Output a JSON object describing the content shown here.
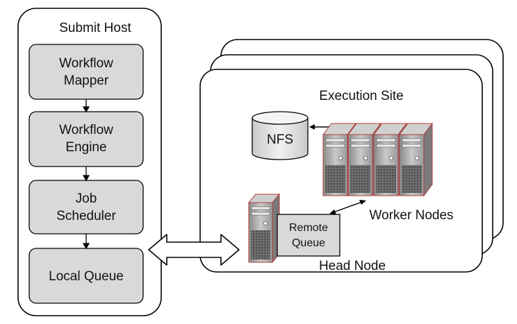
{
  "submit_host": {
    "title": "Submit Host",
    "components": [
      {
        "line1": "Workflow",
        "line2": "Mapper"
      },
      {
        "line1": "Workflow",
        "line2": "Engine"
      },
      {
        "line1": "Job",
        "line2": "Scheduler"
      },
      {
        "line1": "Local Queue",
        "line2": ""
      }
    ]
  },
  "execution_site": {
    "title": "Execution Site",
    "nfs_label": "NFS",
    "worker_nodes_label": "Worker Nodes",
    "remote_queue": {
      "line1": "Remote",
      "line2": "Queue"
    },
    "head_node_label": "Head Node"
  },
  "colors": {
    "box_fill": "#d9d9d9",
    "stroke": "#000000",
    "server_outline": "#b23a3a"
  }
}
